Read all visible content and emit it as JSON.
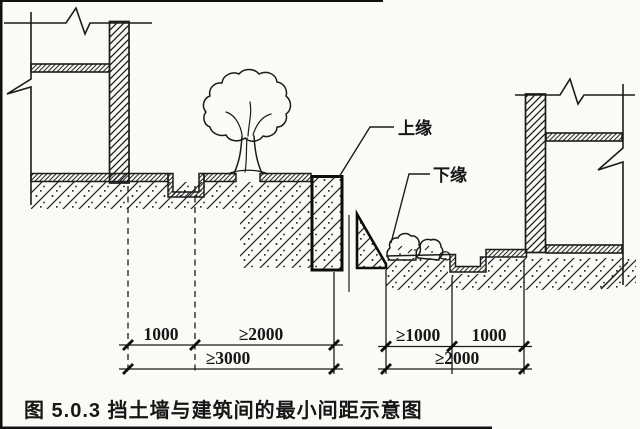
{
  "figure": {
    "caption": "图 5.0.3  挡土墙与建筑间的最小间距示意图",
    "labels": {
      "upper_edge": "上缘",
      "lower_edge": "下缘"
    },
    "dims": {
      "left_a": "1000",
      "left_b": "≥2000",
      "left_total": "≥3000",
      "right_a": "≥1000",
      "right_b": "1000",
      "right_total": "≥2000"
    },
    "colors": {
      "ink": "#1b1b1b",
      "paper": "#fbfaf6"
    }
  }
}
